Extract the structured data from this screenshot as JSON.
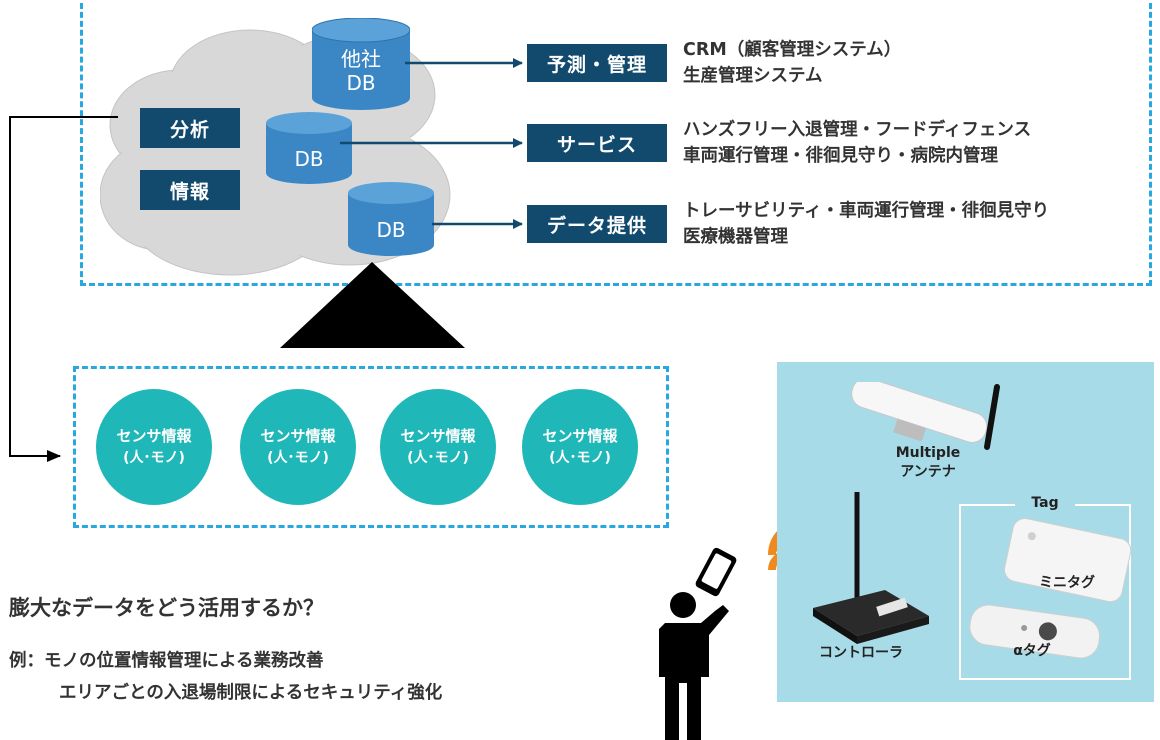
{
  "cloud": {
    "left_labels": [
      "分析",
      "情報"
    ],
    "databases": [
      {
        "line1": "他社",
        "line2": "DB"
      },
      {
        "line1": "",
        "line2": "DB"
      },
      {
        "line1": "",
        "line2": "DB"
      }
    ]
  },
  "outputs": [
    {
      "category": "予測・管理",
      "lines": [
        "CRM（顧客管理システム）",
        "生産管理システム"
      ]
    },
    {
      "category": "サービス",
      "lines": [
        "ハンズフリー入退管理・フードディフェンス",
        "車両運行管理・徘徊見守り・病院内管理"
      ]
    },
    {
      "category": "データ提供",
      "lines": [
        "トレーサビリティ・車両運行管理・徘徊見守り",
        "医療機器管理"
      ]
    }
  ],
  "sensors": [
    {
      "line1": "センサ情報",
      "line2": "(人･モノ)"
    },
    {
      "line1": "センサ情報",
      "line2": "(人･モノ)"
    },
    {
      "line1": "センサ情報",
      "line2": "(人･モノ)"
    },
    {
      "line1": "センサ情報",
      "line2": "(人･モノ)"
    }
  ],
  "question": "膨大なデータをどう活用するか？",
  "examples": {
    "line1": "例：モノの位置情報管理による業務改善",
    "line2": "エリアごとの入退場制限によるセキュリティ強化"
  },
  "panel": {
    "antenna_line1": "Multiple",
    "antenna_line2": "アンテナ",
    "tag_box_title": "Tag",
    "mini_tag": "ミニタグ",
    "alpha_tag": "αタグ",
    "controller": "コントローラ"
  },
  "colors": {
    "dashed_border": "#29a8e0",
    "label_navy": "#124a6e",
    "db_blue": "#3b87c6",
    "sensor_teal": "#20b7b9",
    "cloud_gray": "#d8d8d8",
    "panel_bg": "#a8dbe8",
    "signal_orange": "#f08a1e"
  }
}
